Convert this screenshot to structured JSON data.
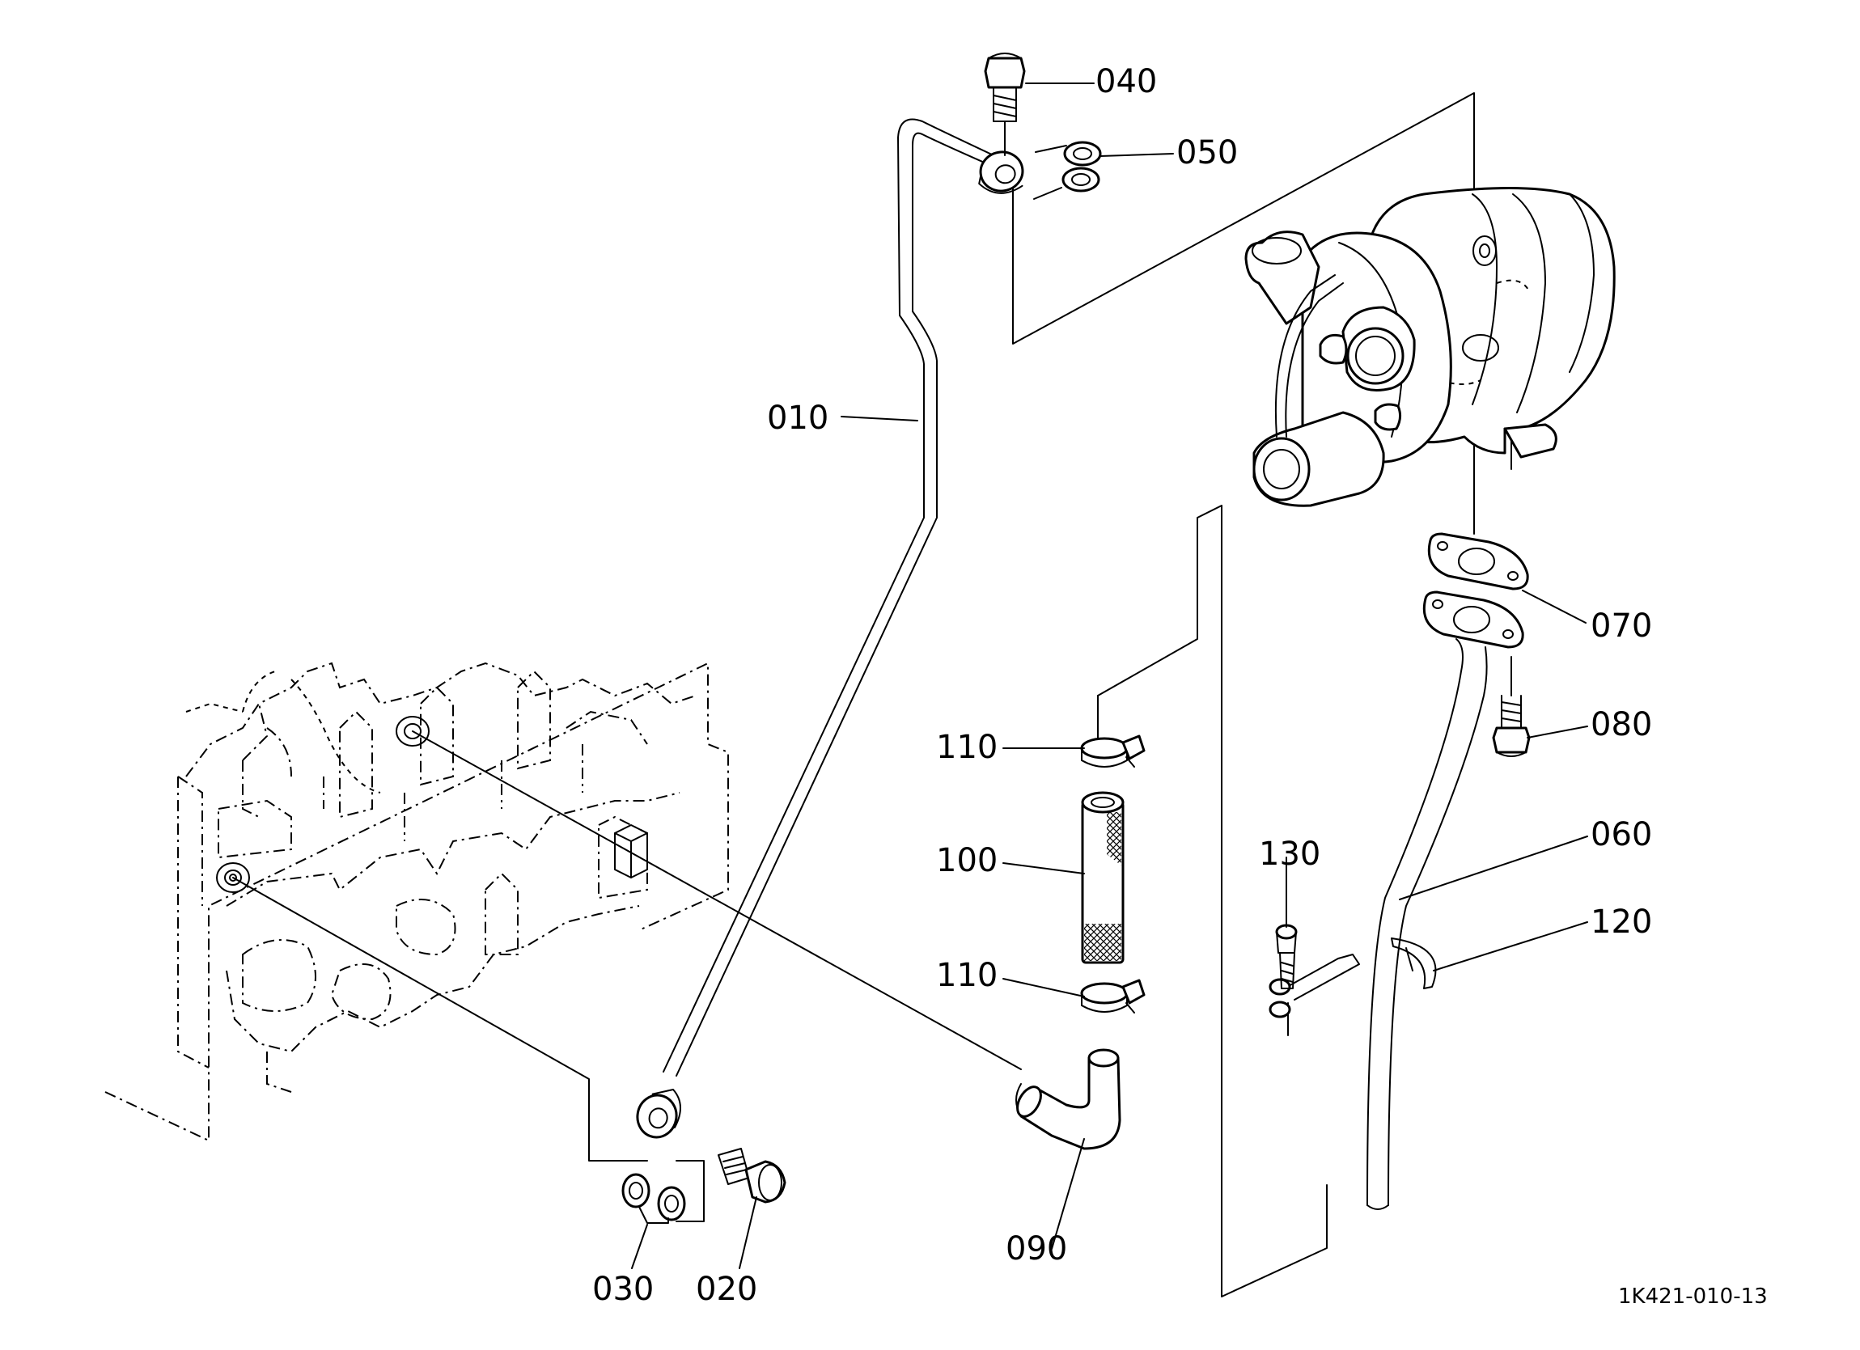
{
  "diagram_code": "1K421-010-13",
  "parts": [
    {
      "id": "p010",
      "label": "010"
    },
    {
      "id": "p020",
      "label": "020"
    },
    {
      "id": "p030",
      "label": "030"
    },
    {
      "id": "p040",
      "label": "040"
    },
    {
      "id": "p050",
      "label": "050"
    },
    {
      "id": "p060",
      "label": "060"
    },
    {
      "id": "p070",
      "label": "070"
    },
    {
      "id": "p080",
      "label": "080"
    },
    {
      "id": "p090",
      "label": "090"
    },
    {
      "id": "p100",
      "label": "100"
    },
    {
      "id": "p110a",
      "label": "110"
    },
    {
      "id": "p110b",
      "label": "110"
    },
    {
      "id": "p120",
      "label": "120"
    },
    {
      "id": "p130",
      "label": "130"
    }
  ]
}
